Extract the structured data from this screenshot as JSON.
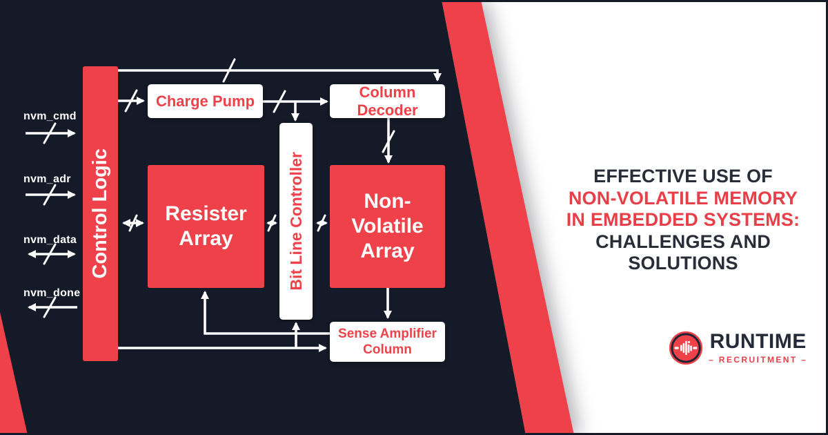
{
  "colors": {
    "background_dark": "#151a28",
    "accent_red": "#ee4149",
    "box_white": "#ffffff",
    "title_dark": "#282d38",
    "title_red": "#e73e48",
    "logo_navy": "#232a38"
  },
  "diagram": {
    "blocks": [
      {
        "id": "control-logic",
        "label": "Control Logic"
      },
      {
        "id": "charge-pump",
        "label": "Charge Pump"
      },
      {
        "id": "column-decoder",
        "label": "Column Decoder"
      },
      {
        "id": "resister-array",
        "lines": [
          "Resister",
          "Array"
        ]
      },
      {
        "id": "bit-line-controller",
        "label": "Bit Line Controller"
      },
      {
        "id": "non-volatile-array",
        "lines": [
          "Non-",
          "Volatile",
          "Array"
        ]
      },
      {
        "id": "sense-amplifier-column",
        "lines": [
          "Sense Amplifier",
          "Column"
        ]
      }
    ],
    "signals": [
      {
        "label": "nvm_cmd",
        "arrow": "right"
      },
      {
        "label": "nvm_adr",
        "arrow": "right"
      },
      {
        "label": "nvm_data",
        "arrow": "both"
      },
      {
        "label": "nvm_done",
        "arrow": "left"
      }
    ],
    "connections": [
      {
        "from": "control-logic",
        "to": "column-decoder",
        "type": "bus-arrow"
      },
      {
        "from": "control-logic",
        "to": "charge-pump",
        "type": "bus-arrow"
      },
      {
        "from": "charge-pump",
        "to": "column-decoder",
        "type": "bus-arrow"
      },
      {
        "from": "charge-pump",
        "to": "bit-line-controller",
        "type": "arrow"
      },
      {
        "from": "column-decoder",
        "to": "non-volatile-array",
        "type": "bus-arrow"
      },
      {
        "from": "control-logic",
        "to": "resister-array",
        "type": "bidirectional-bus"
      },
      {
        "from": "resister-array",
        "to": "bit-line-controller",
        "type": "bidirectional-bus"
      },
      {
        "from": "bit-line-controller",
        "to": "non-volatile-array",
        "type": "bidirectional-bus"
      },
      {
        "from": "non-volatile-array",
        "to": "sense-amplifier-column",
        "type": "arrow"
      },
      {
        "from": "sense-amplifier-column",
        "to": "resister-array",
        "type": "arrow"
      },
      {
        "from": "control-logic",
        "to": "sense-amplifier-column",
        "type": "arrow"
      },
      {
        "from": "control-logic",
        "to": "bit-line-controller",
        "type": "arrow"
      }
    ]
  },
  "title": {
    "lines": [
      {
        "text": "EFFECTIVE USE OF",
        "emphasis": "dark"
      },
      {
        "text": "NON-VOLATILE MEMORY",
        "emphasis": "red"
      },
      {
        "text": "IN EMBEDDED SYSTEMS:",
        "emphasis": "red"
      },
      {
        "text": "CHALLENGES AND",
        "emphasis": "dark"
      },
      {
        "text": "SOLUTIONS",
        "emphasis": "dark"
      }
    ]
  },
  "logo": {
    "brand": "RUNTIME",
    "subtitle": "– RECRUITMENT –",
    "icon": "soundwave-badge-icon"
  }
}
